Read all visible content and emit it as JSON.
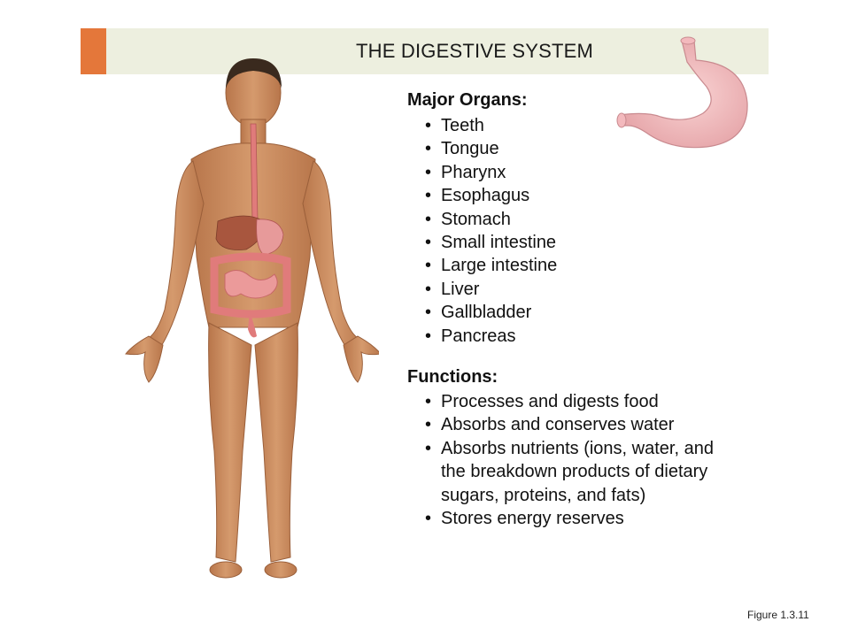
{
  "slide": {
    "title": "THE DIGESTIVE SYSTEM",
    "caption": "Figure 1.3.11"
  },
  "organs": {
    "heading": "Major Organs:",
    "items": [
      "Teeth",
      "Tongue",
      "Pharynx",
      "Esophagus",
      "Stomach",
      "Small intestine",
      "Large intestine",
      "Liver",
      "Gallbladder",
      "Pancreas"
    ]
  },
  "functions": {
    "heading": "Functions:",
    "items": [
      "Processes and digests food",
      "Absorbs and conserves water",
      "Absorbs nutrients (ions, water, and the breakdown products of dietary sugars, proteins, and fats)",
      "Stores energy reserves"
    ]
  },
  "bullet": "•",
  "colors": {
    "accent": "#e4773a",
    "title_band": "#edefdf",
    "skin": "#c98a5e",
    "organ": "#e07b7b",
    "liver": "#a8563e",
    "stomach": "#efb3b6"
  }
}
